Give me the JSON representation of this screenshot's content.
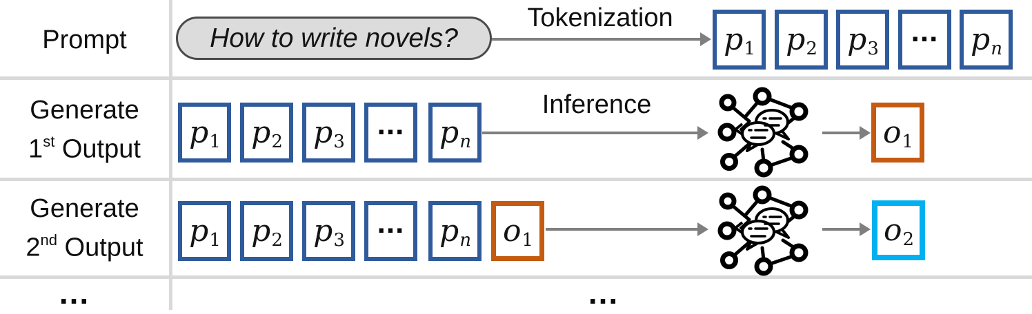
{
  "colors": {
    "token_blue": "#2f5b9c",
    "output_orange": "#c55a11",
    "output_cyan": "#00b0f0",
    "arrow_gray": "#7f7f7f",
    "divider_gray": "#d9d9d9",
    "pill_fill": "#dcdcdc",
    "pill_border": "#4a4a4a",
    "ink": "#0f0f0f"
  },
  "row_prompt": {
    "label": "Prompt",
    "prompt_text": "How to write novels?",
    "arrow_label": "Tokenization",
    "tokens": [
      {
        "base": "p",
        "sub": "1"
      },
      {
        "base": "p",
        "sub": "2"
      },
      {
        "base": "p",
        "sub": "3"
      },
      {
        "base": "...",
        "sub": ""
      },
      {
        "base": "p",
        "sub": "n"
      }
    ]
  },
  "row_first": {
    "label_line1": "Generate",
    "ordinal": "1",
    "ordinal_suffix": "st",
    "label_line2_rest": " Output",
    "arrow_label": "Inference",
    "tokens": [
      {
        "base": "p",
        "sub": "1"
      },
      {
        "base": "p",
        "sub": "2"
      },
      {
        "base": "p",
        "sub": "3"
      },
      {
        "base": "...",
        "sub": ""
      },
      {
        "base": "p",
        "sub": "n"
      }
    ],
    "output": {
      "base": "o",
      "sub": "1"
    }
  },
  "row_second": {
    "label_line1": "Generate",
    "ordinal": "2",
    "ordinal_suffix": "nd",
    "label_line2_rest": " Output",
    "tokens": [
      {
        "base": "p",
        "sub": "1"
      },
      {
        "base": "p",
        "sub": "2"
      },
      {
        "base": "p",
        "sub": "3"
      },
      {
        "base": "...",
        "sub": ""
      },
      {
        "base": "p",
        "sub": "n"
      }
    ],
    "carry_token": {
      "base": "o",
      "sub": "1"
    },
    "output": {
      "base": "o",
      "sub": "2"
    }
  },
  "row_more": {
    "ellipsis_left": "...",
    "ellipsis_middle": "..."
  }
}
